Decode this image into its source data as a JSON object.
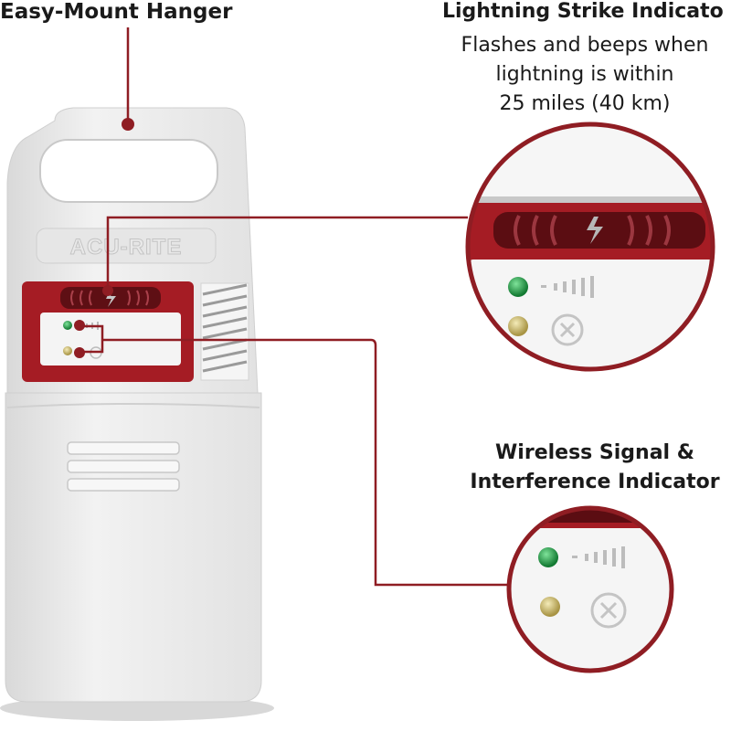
{
  "callouts": {
    "hanger": {
      "title": "Easy-Mount Hanger"
    },
    "lightning": {
      "title": "Lightning Strike Indicato",
      "description_lines": [
        "Flashes and beeps when",
        "lightning is within",
        "25 miles (40 km)"
      ]
    },
    "wireless": {
      "title_lines": [
        "Wireless Signal &",
        "Interference Indicator"
      ]
    }
  },
  "device": {
    "brand": "ACU-RITE"
  },
  "colors": {
    "accent_red": "#8f1d23",
    "panel_red": "#a51c24",
    "body_white": "#ececec",
    "led_green": "#1a8a3a",
    "led_yellow": "#c9b25a"
  },
  "icons": [
    "signal-bars-icon",
    "lightning-bolt-icon",
    "interference-x-icon"
  ]
}
